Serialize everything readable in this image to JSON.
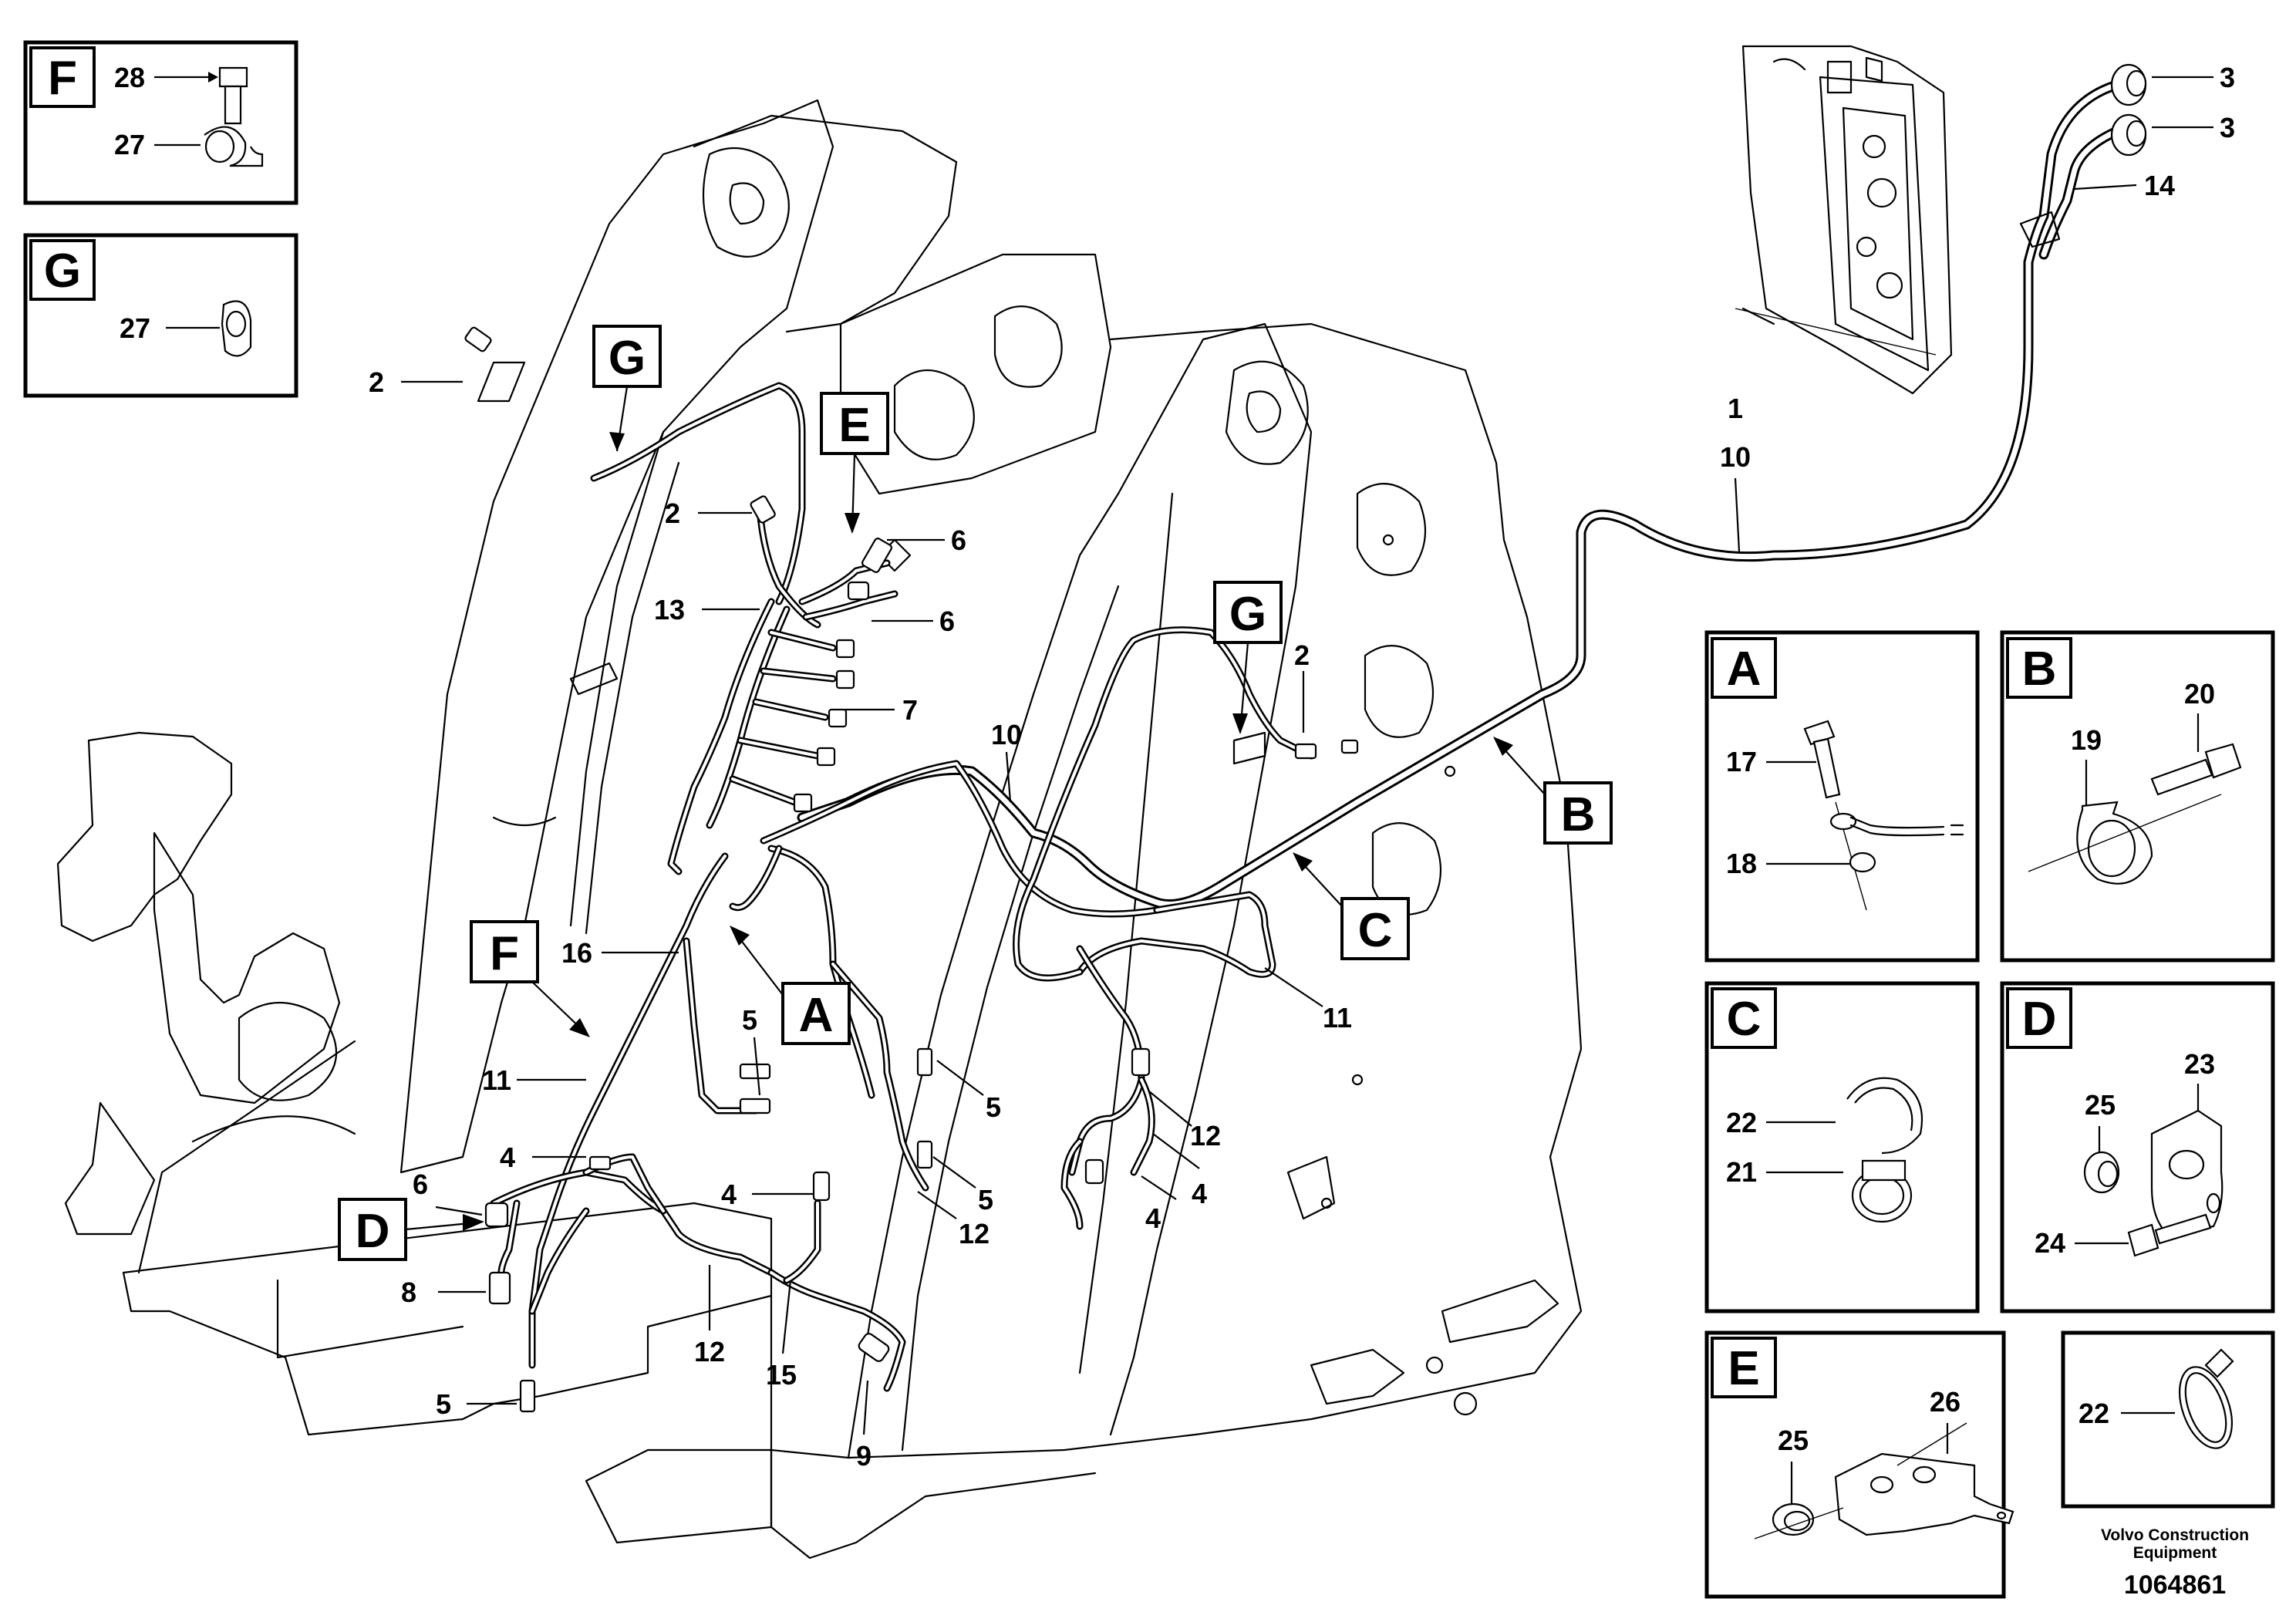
{
  "diagram": {
    "callouts": [
      {
        "id": "c-28",
        "text": "28"
      },
      {
        "id": "c-27a",
        "text": "27"
      },
      {
        "id": "c-27b",
        "text": "27"
      },
      {
        "id": "c-2a",
        "text": "2"
      },
      {
        "id": "c-2b",
        "text": "2"
      },
      {
        "id": "c-2c",
        "text": "2"
      },
      {
        "id": "c-13",
        "text": "13"
      },
      {
        "id": "c-6a",
        "text": "6"
      },
      {
        "id": "c-6b",
        "text": "6"
      },
      {
        "id": "c-7",
        "text": "7"
      },
      {
        "id": "c-10a",
        "text": "10"
      },
      {
        "id": "c-16",
        "text": "16"
      },
      {
        "id": "c-11a",
        "text": "11"
      },
      {
        "id": "c-11b",
        "text": "11"
      },
      {
        "id": "c-5a",
        "text": "5"
      },
      {
        "id": "c-5b",
        "text": "5"
      },
      {
        "id": "c-5c",
        "text": "5"
      },
      {
        "id": "c-5d",
        "text": "5"
      },
      {
        "id": "c-4a",
        "text": "4"
      },
      {
        "id": "c-4b",
        "text": "4"
      },
      {
        "id": "c-4c",
        "text": "4"
      },
      {
        "id": "c-4d",
        "text": "4"
      },
      {
        "id": "c-6c",
        "text": "6"
      },
      {
        "id": "c-8",
        "text": "8"
      },
      {
        "id": "c-12a",
        "text": "12"
      },
      {
        "id": "c-12b",
        "text": "12"
      },
      {
        "id": "c-12c",
        "text": "12"
      },
      {
        "id": "c-15",
        "text": "15"
      },
      {
        "id": "c-9",
        "text": "9"
      },
      {
        "id": "c-1",
        "text": "1"
      },
      {
        "id": "c-10b",
        "text": "10"
      },
      {
        "id": "c-3a",
        "text": "3"
      },
      {
        "id": "c-3b",
        "text": "3"
      },
      {
        "id": "c-14",
        "text": "14"
      }
    ],
    "view_tags": [
      "G",
      "E",
      "G",
      "F",
      "A",
      "D",
      "B",
      "C"
    ],
    "detail_panels": {
      "F": {
        "letter": "F",
        "parts": [
          "28",
          "27"
        ]
      },
      "G": {
        "letter": "G",
        "parts": [
          "27"
        ]
      },
      "A": {
        "letter": "A",
        "parts": [
          "17",
          "18"
        ]
      },
      "B": {
        "letter": "B",
        "parts": [
          "19",
          "20"
        ]
      },
      "C": {
        "letter": "C",
        "parts": [
          "22",
          "21"
        ]
      },
      "D": {
        "letter": "D",
        "parts": [
          "25",
          "23",
          "24"
        ]
      },
      "E": {
        "letter": "E",
        "parts": [
          "26",
          "25"
        ]
      },
      "H": {
        "letter": "",
        "parts": [
          "22"
        ]
      }
    },
    "footer": {
      "company_line1": "Volvo Construction",
      "company_line2": "Equipment",
      "doc_number": "1064861"
    }
  }
}
